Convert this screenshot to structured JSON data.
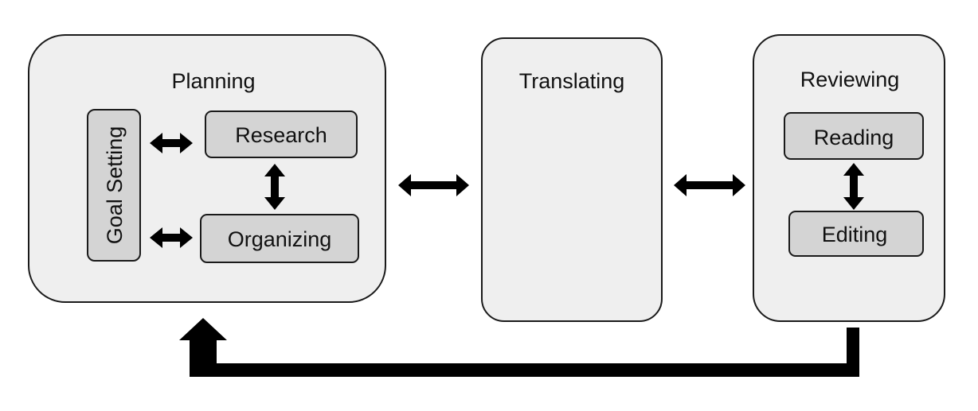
{
  "stages": {
    "planning": {
      "title": "Planning",
      "goal_setting": "Goal Setting",
      "research": "Research",
      "organizing": "Organizing"
    },
    "translating": {
      "title": "Translating"
    },
    "reviewing": {
      "title": "Reviewing",
      "reading": "Reading",
      "editing": "Editing"
    }
  },
  "colors": {
    "stage_fill": "#efefef",
    "sub_box_fill": "#d4d4d4",
    "stroke": "#1a1a1a",
    "arrow": "#000000"
  },
  "connections": [
    {
      "from": "goal_setting",
      "to": "research",
      "type": "double-arrow"
    },
    {
      "from": "goal_setting",
      "to": "organizing",
      "type": "double-arrow"
    },
    {
      "from": "research",
      "to": "organizing",
      "type": "double-arrow"
    },
    {
      "from": "planning",
      "to": "translating",
      "type": "double-arrow"
    },
    {
      "from": "translating",
      "to": "reviewing",
      "type": "double-arrow"
    },
    {
      "from": "reading",
      "to": "editing",
      "type": "double-arrow"
    },
    {
      "from": "reviewing",
      "to": "planning",
      "type": "feedback-arrow"
    }
  ]
}
